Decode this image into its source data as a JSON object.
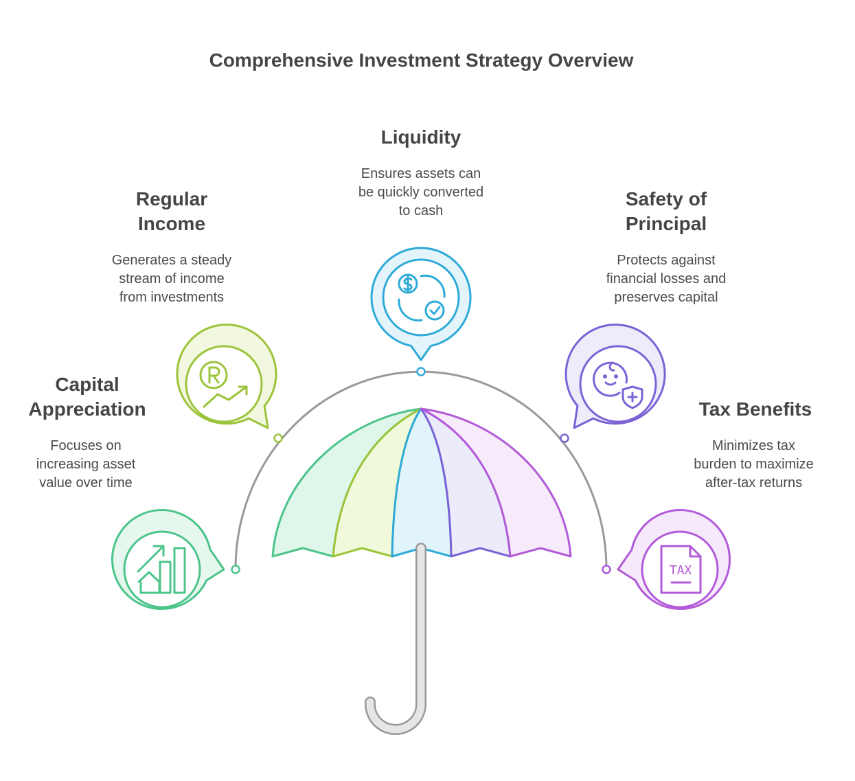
{
  "title": "Comprehensive Investment Strategy Overview",
  "items": [
    {
      "key": "capital",
      "heading": "Capital\nAppreciation",
      "description": "Focuses on\nincreasing asset\nvalue over time",
      "color": "#4cc48a",
      "fill": "#e6f7ee",
      "icon": "growth-chart-house-icon"
    },
    {
      "key": "income",
      "heading": "Regular\nIncome",
      "description": "Generates a steady\nstream of income\nfrom investments",
      "color": "#9bc43a",
      "fill": "#f2f8df",
      "icon": "rupee-trend-icon"
    },
    {
      "key": "liquidity",
      "heading": "Liquidity",
      "description": "Ensures assets can\nbe quickly converted\nto cash",
      "color": "#2eaad8",
      "fill": "#e4f4fb",
      "icon": "cash-conversion-icon"
    },
    {
      "key": "safety",
      "heading": "Safety of\nPrincipal",
      "description": "Protects against\nfinancial losses and\npreserves capital",
      "color": "#7b63d6",
      "fill": "#eeebfa",
      "icon": "baby-shield-icon"
    },
    {
      "key": "tax",
      "heading": "Tax Benefits",
      "description": "Minimizes tax\nburden to maximize\nafter-tax returns",
      "color": "#b25ad8",
      "fill": "#f6e9fb",
      "icon": "tax-document-icon",
      "icon_text": "TAX"
    }
  ],
  "umbrella": {
    "panel_colors": [
      "#4cc48a",
      "#9bc43a",
      "#2eaad8",
      "#7b63d6",
      "#b25ad8"
    ],
    "panel_fills": [
      "#dff6ea",
      "#f0f9d9",
      "#e2f4fb",
      "#ecebfa",
      "#f7ebfb"
    ],
    "handle_color": "#999999",
    "arc_color": "#999999"
  }
}
